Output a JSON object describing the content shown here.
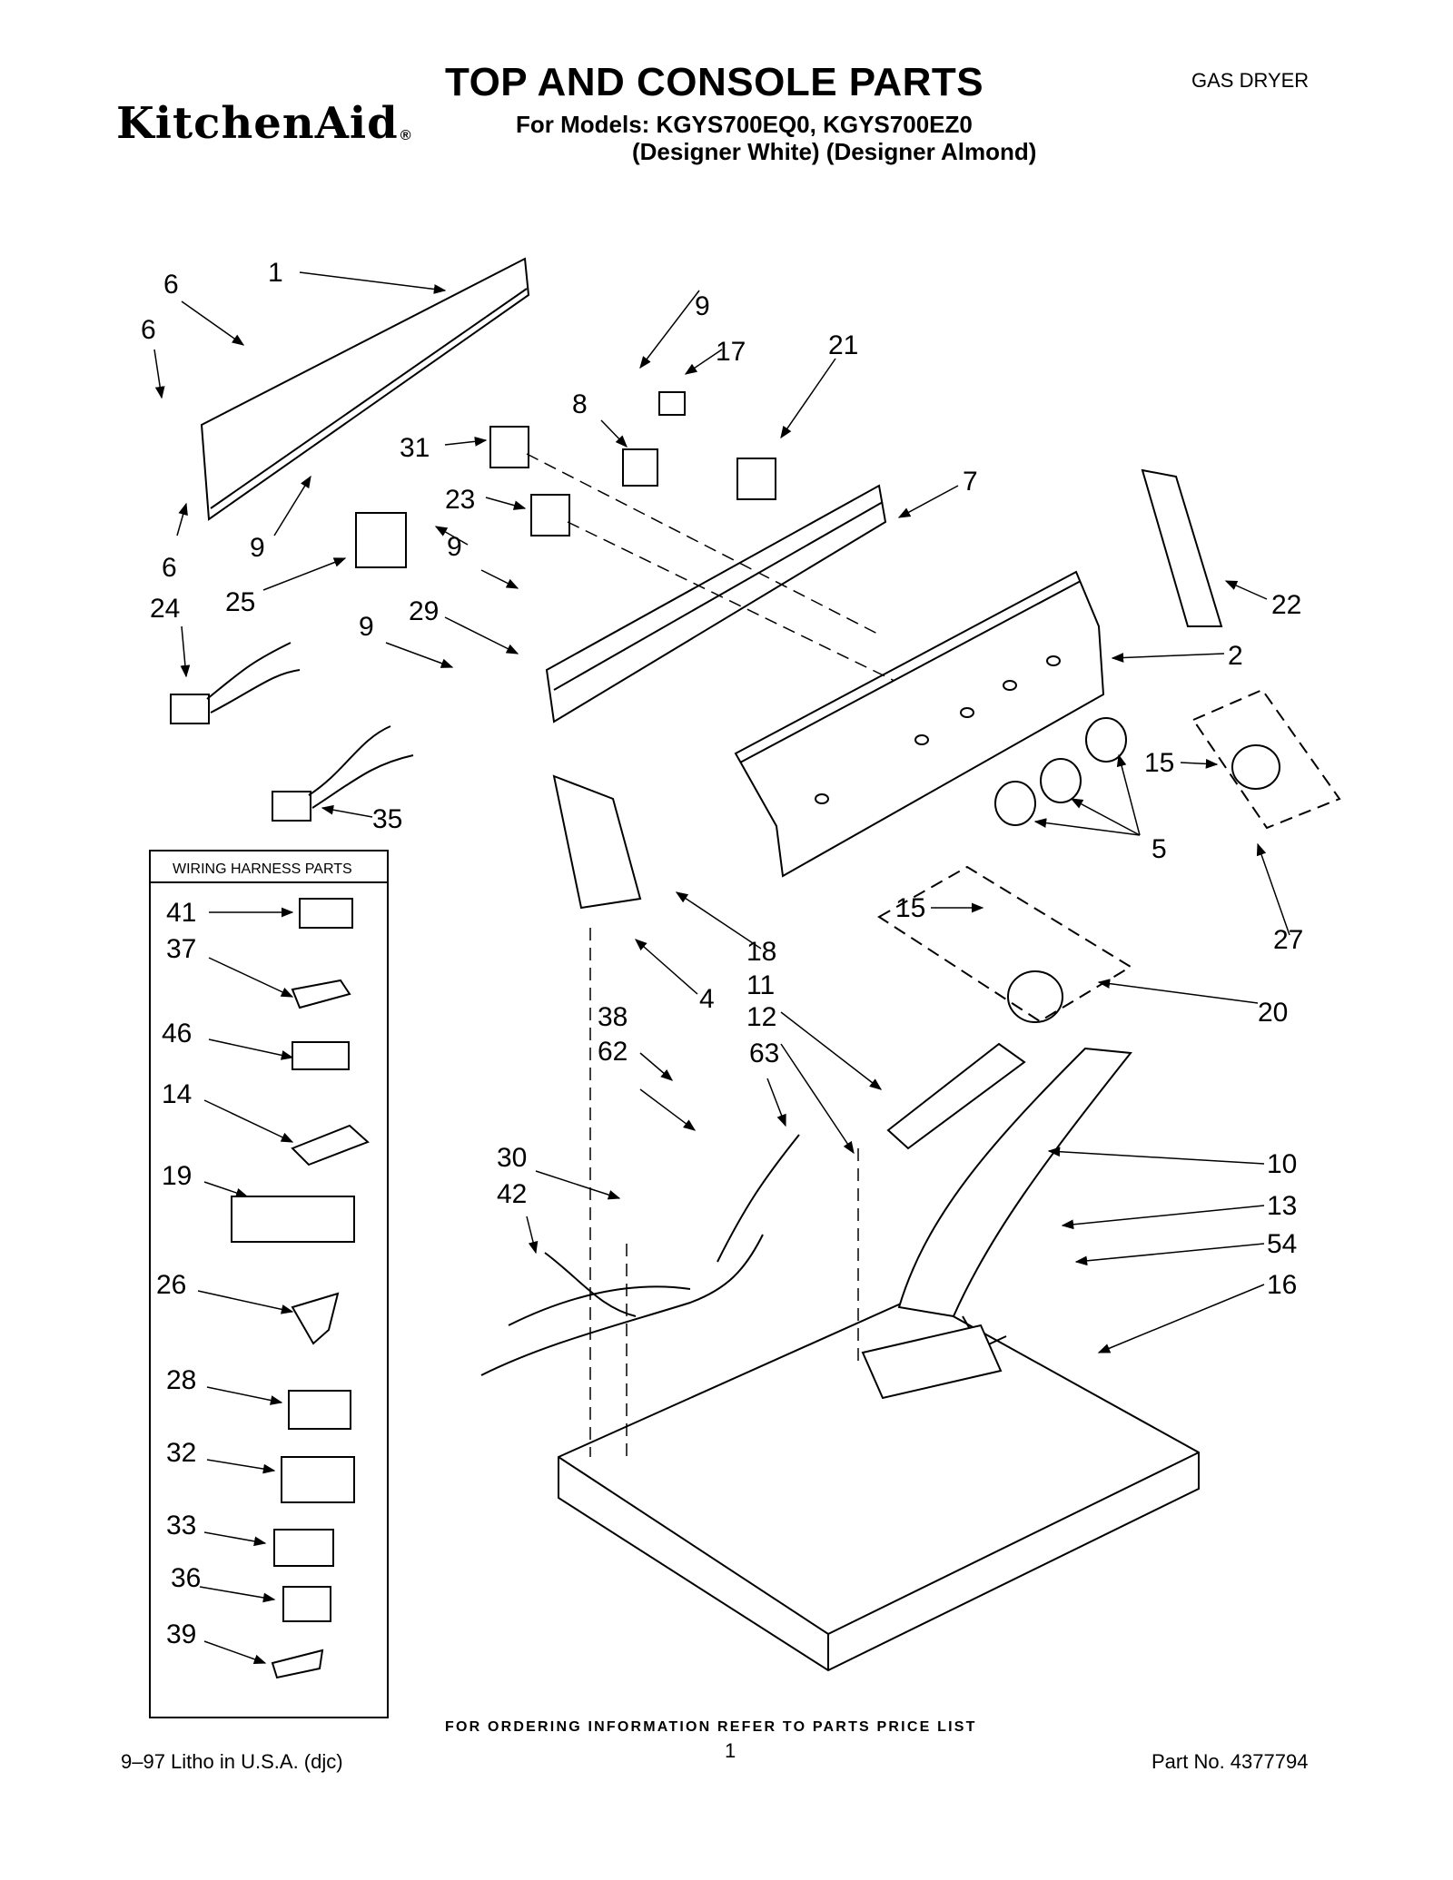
{
  "header": {
    "title": "TOP AND CONSOLE PARTS",
    "brand": "KitchenAid",
    "brand_mark": "®",
    "models_line1": "For Models: KGYS700EQ0, KGYS700EZ0",
    "models_line2": "(Designer White) (Designer Almond)",
    "appliance_type": "GAS DRYER"
  },
  "inset": {
    "title": "WIRING HARNESS PARTS",
    "callouts": [
      "41",
      "37",
      "46",
      "14",
      "19",
      "26",
      "28",
      "32",
      "33",
      "36",
      "39"
    ]
  },
  "callouts": [
    "1",
    "6",
    "6",
    "6",
    "9",
    "9",
    "9",
    "9",
    "17",
    "21",
    "8",
    "31",
    "23",
    "7",
    "22",
    "24",
    "25",
    "29",
    "2",
    "35",
    "15",
    "15",
    "5",
    "27",
    "18",
    "4",
    "20",
    "11",
    "12",
    "38",
    "62",
    "63",
    "30",
    "42",
    "10",
    "13",
    "54",
    "16"
  ],
  "footer": {
    "ordering_note": "FOR ORDERING INFORMATION REFER TO PARTS PRICE LIST",
    "litho": "9–97 Litho in U.S.A. (djc)",
    "page_number": "1",
    "part_number": "Part No. 4377794"
  }
}
